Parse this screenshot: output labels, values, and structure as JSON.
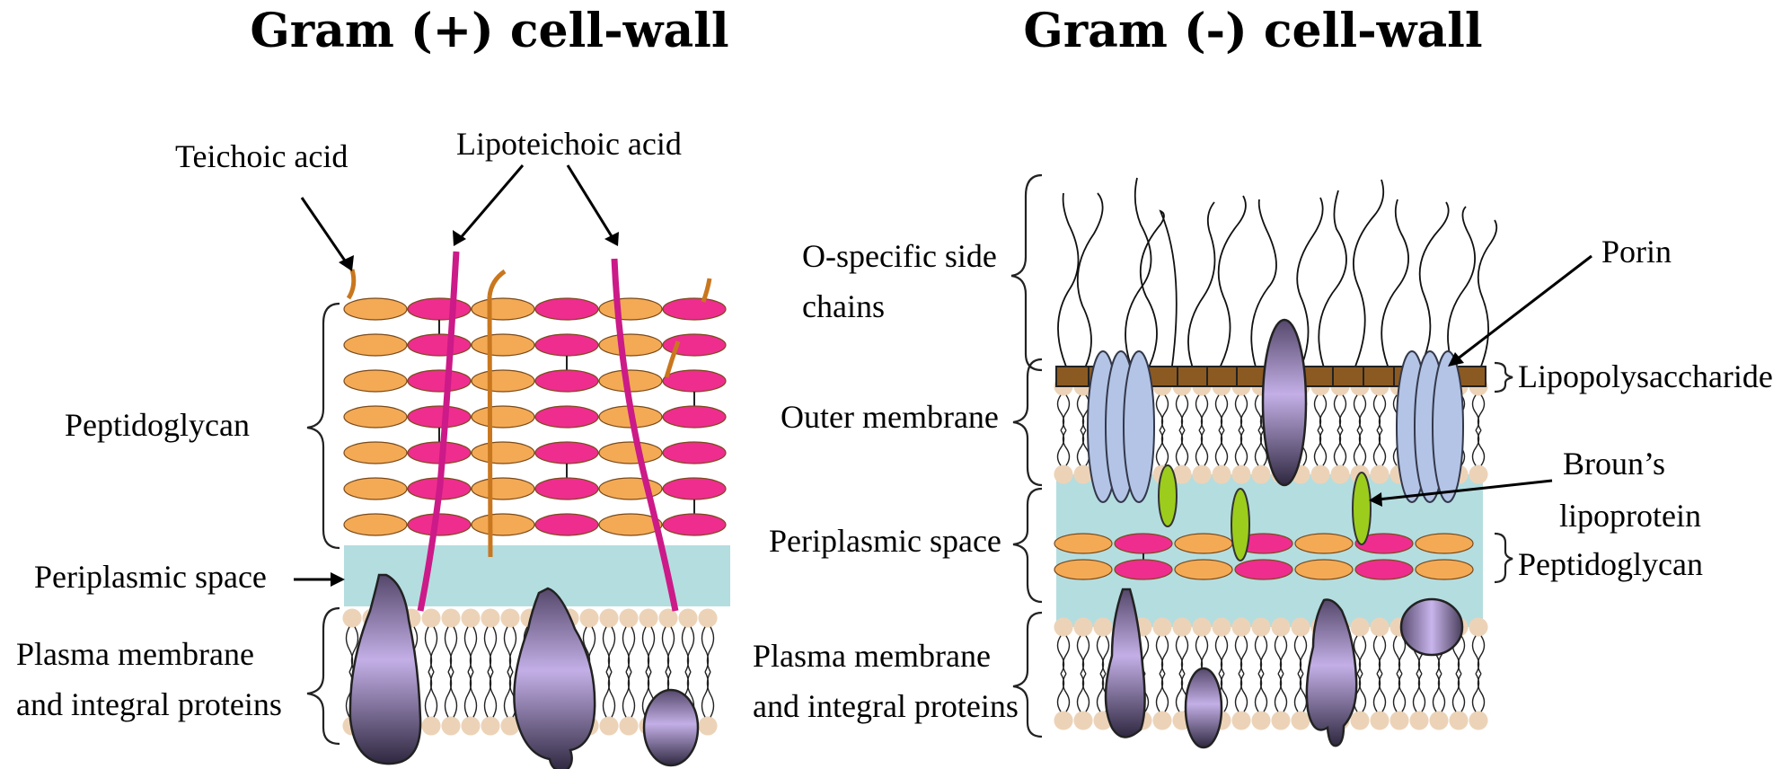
{
  "left": {
    "title": "Gram (+) cell-wall",
    "labels": {
      "teichoic": "Teichoic acid",
      "lipoteichoic": "Lipoteichoic acid",
      "peptidoglycan": "Peptidoglycan",
      "periplasmic": "Periplasmic  space",
      "plasma1": "Plasma membrane",
      "plasma2": "and integral proteins"
    }
  },
  "right": {
    "title": "Gram (-) cell-wall",
    "labels": {
      "ospecific1": "O-specific side",
      "ospecific2": "chains",
      "outer": "Outer membrane",
      "periplasmic": "Periplasmic  space",
      "plasma1": "Plasma membrane",
      "plasma2": "and integral proteins",
      "porin": "Porin",
      "lps": "Lipopolysaccharide",
      "broun1": "Broun’s",
      "broun2": "lipoprotein",
      "peptidoglycan": "Peptidoglycan"
    }
  },
  "colors": {
    "nag": "#f4aa55",
    "nam": "#ee2d8f",
    "teichoic": "#c9771e",
    "lipoteichoic": "#cc1a88",
    "periplasm": "#b4dde0",
    "lipid_head": "#ecd3b8",
    "protein": "#a58ec9",
    "porin": "#b3c4e6",
    "lps": "#8b5a22",
    "lipoprotein": "#9ccd1c"
  }
}
